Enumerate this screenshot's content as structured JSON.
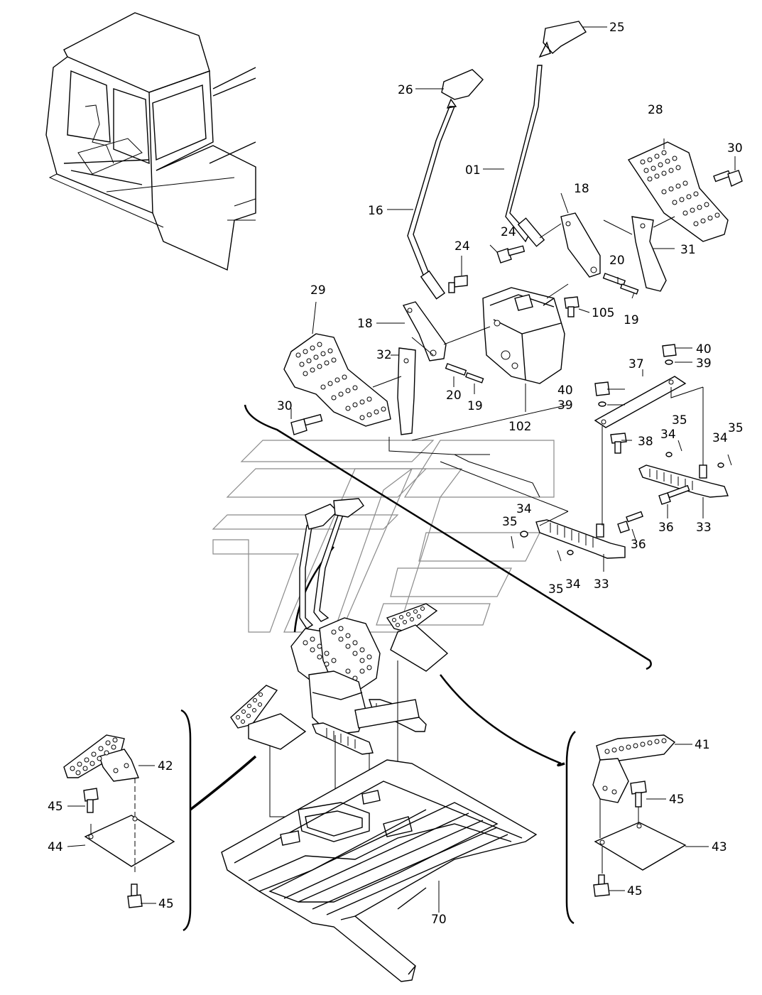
{
  "diagram": {
    "labels": {
      "l01": "01",
      "l16": "16",
      "l18a": "18",
      "l18b": "18",
      "l19a": "19",
      "l19b": "19",
      "l20a": "20",
      "l20b": "20",
      "l24a": "24",
      "l24b": "24",
      "l25": "25",
      "l26": "26",
      "l28": "28",
      "l29": "29",
      "l30a": "30",
      "l30b": "30",
      "l31": "31",
      "l32": "32",
      "l33a": "33",
      "l33b": "33",
      "l34a": "34",
      "l34b": "34",
      "l34c": "34",
      "l34d": "34",
      "l35a": "35",
      "l35b": "35",
      "l35c": "35",
      "l35d": "35",
      "l36a": "36",
      "l36b": "36",
      "l37": "37",
      "l38": "38",
      "l39a": "39",
      "l39b": "39",
      "l40a": "40",
      "l40b": "40",
      "l41": "41",
      "l42": "42",
      "l43": "43",
      "l44": "44",
      "l45a": "45",
      "l45b": "45",
      "l45c": "45",
      "l45d": "45",
      "l70": "70",
      "l102": "102",
      "l105": "105"
    }
  }
}
